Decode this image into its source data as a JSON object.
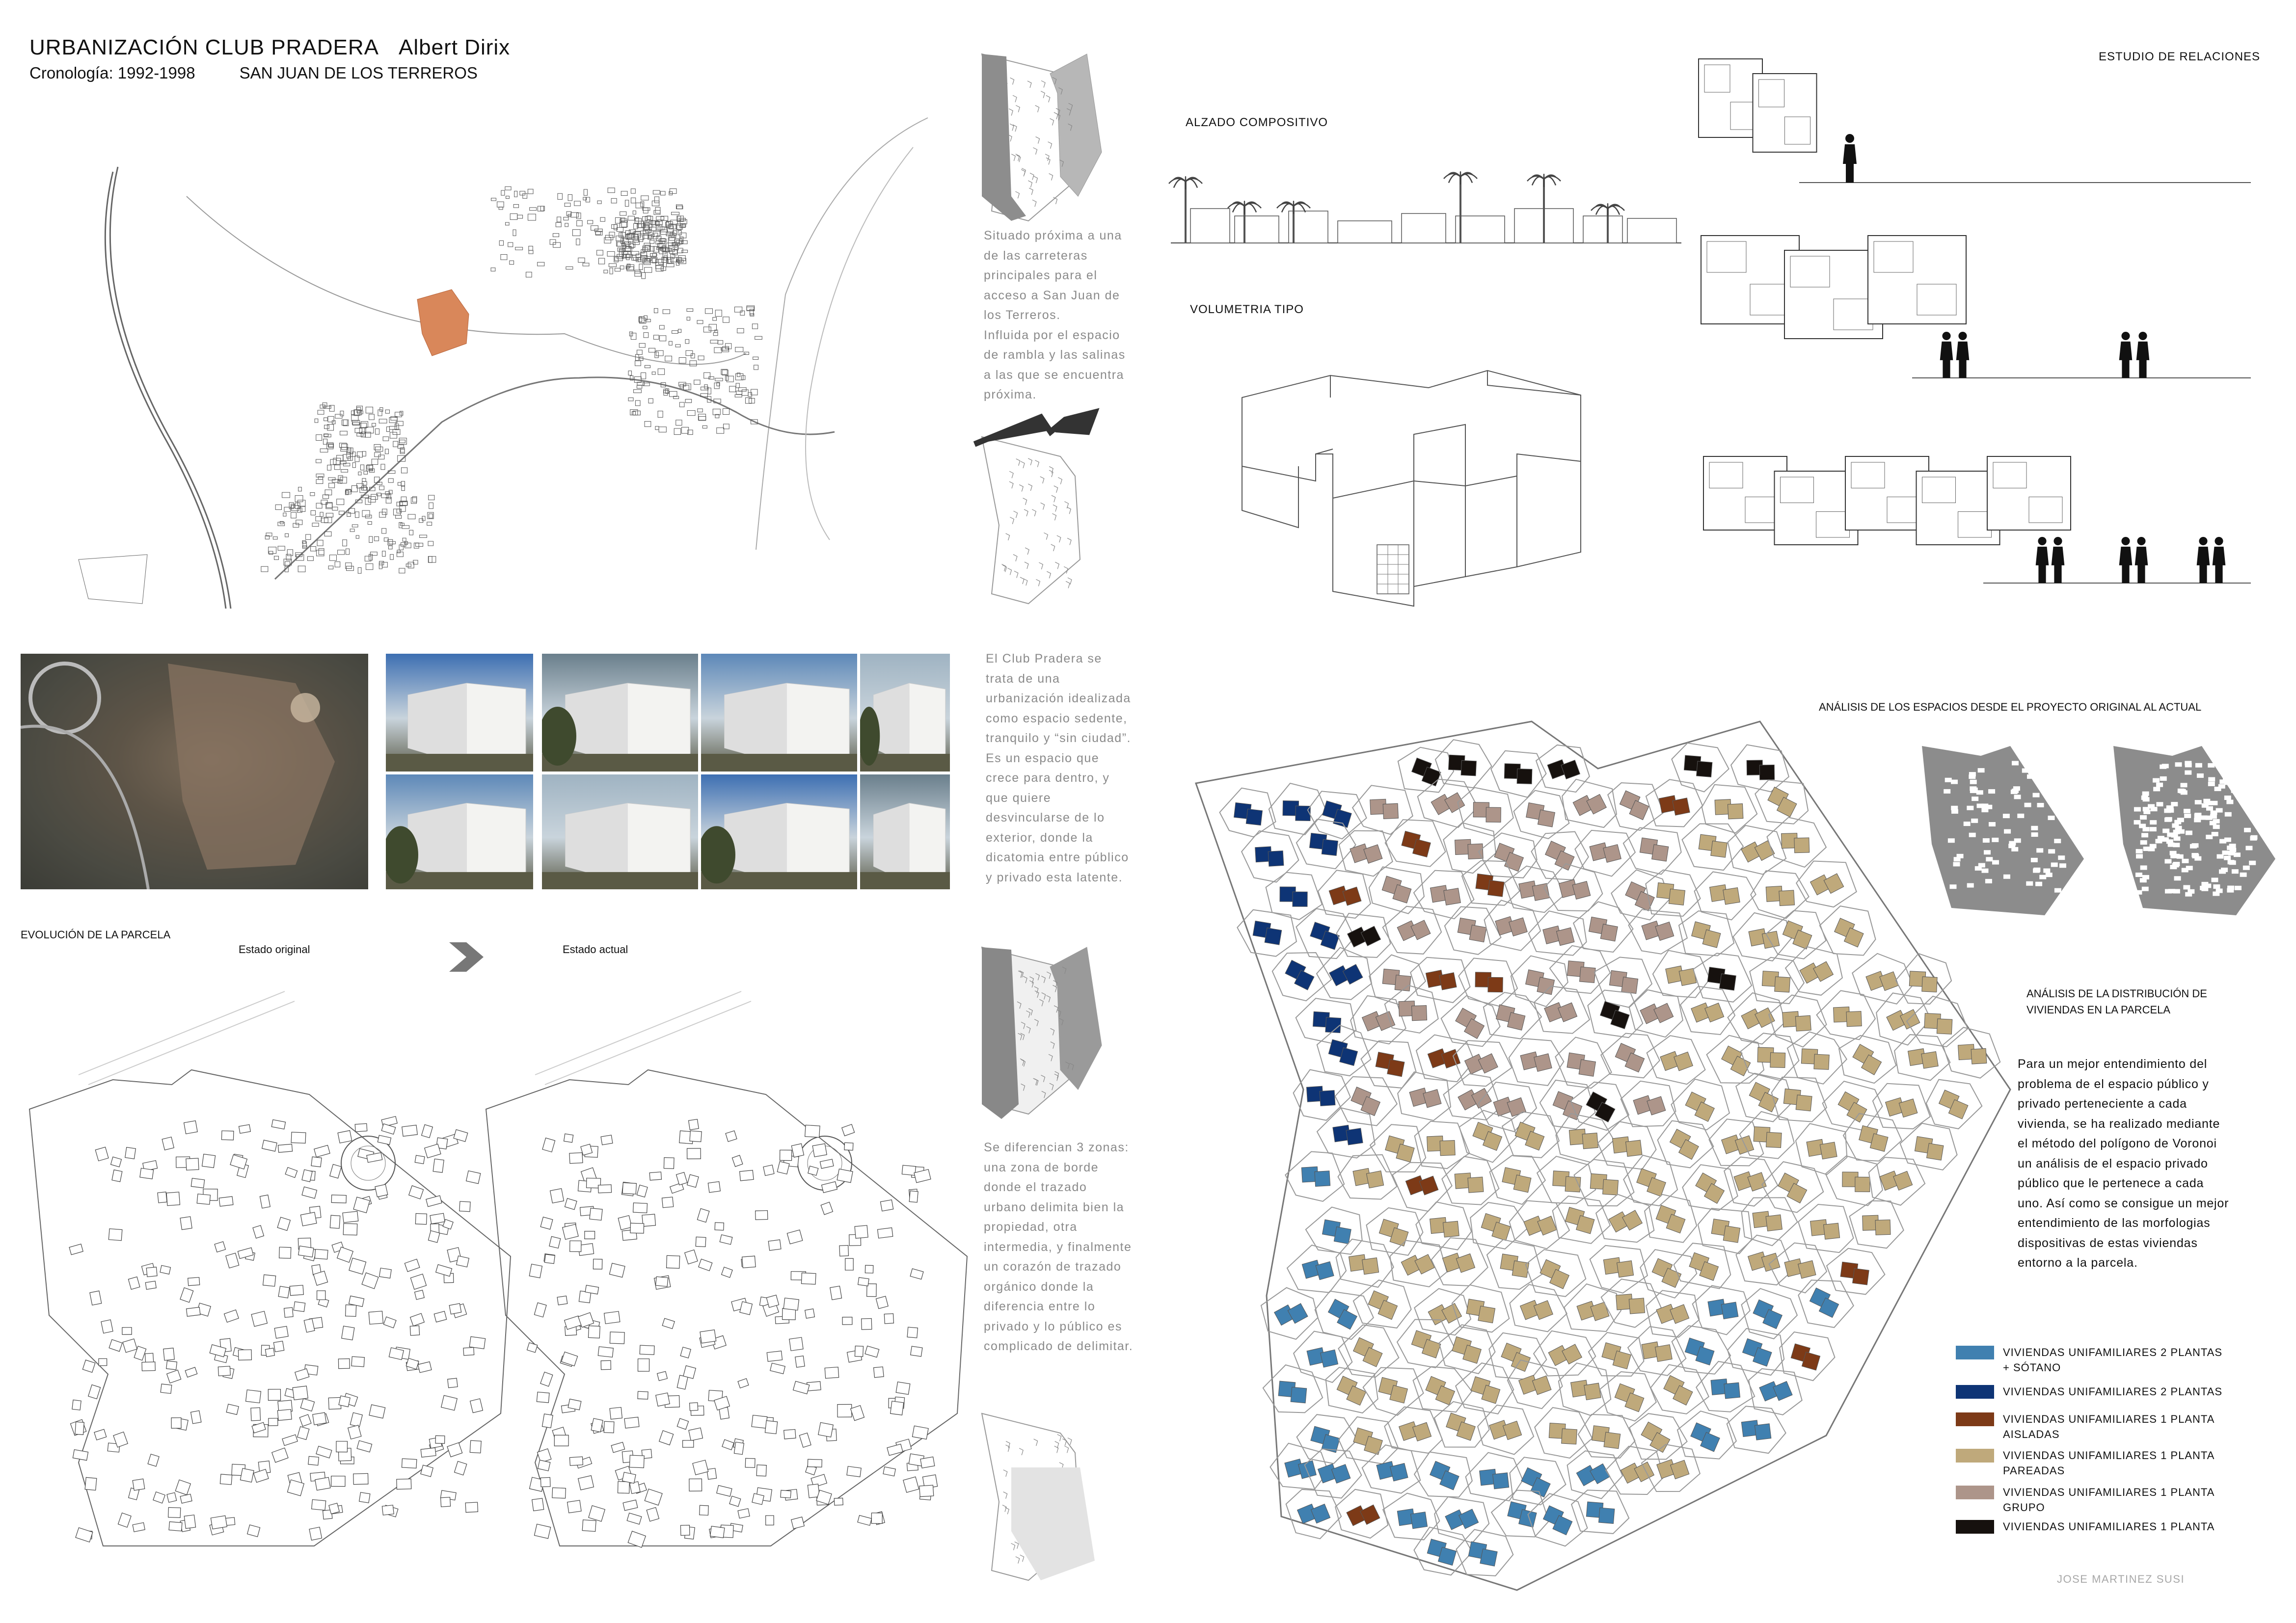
{
  "header": {
    "title": "URBANIZACIÓN CLUB PRADERA",
    "architect": "Albert Dirix",
    "chronology": "Cronología: 1992-1998",
    "location": "SAN JUAN DE LOS TERREROS"
  },
  "sections": {
    "evolution": "EVOLUCIÓN DE LA PARCELA",
    "original_state": "Estado original",
    "current_state": "Estado actual",
    "elevation": "ALZADO COMPOSITIVO",
    "volume": "VOLUMETRIA TIPO",
    "relations": "ESTUDIO DE RELACIONES",
    "spaces_analysis": "ANÁLISIS DE LOS ESPACIOS DESDE EL PROYECTO ORIGINAL AL ACTUAL",
    "distribution_analysis": [
      "ANÁLISIS DE LA DISTRIBUCIÓN DE",
      "VIVIENDAS EN LA PARCELA"
    ]
  },
  "texts": {
    "location": [
      "Situado próxima a una",
      "de las carreteras",
      "principales para el",
      "acceso a San Juan de",
      "los Terreros.",
      "Influida por el espacio",
      "de rambla y las salinas",
      "a las que se encuentra",
      "próxima."
    ],
    "concept": [
      "El Club Pradera se",
      "trata de una",
      "urbanización idealizada",
      "como espacio sedente,",
      "tranquilo y “sin ciudad”.",
      "Es un espacio que",
      "crece para dentro, y",
      "que quiere",
      "desvincularse de lo",
      "exterior, donde la",
      "dicatomia entre público",
      "y privado esta latente."
    ],
    "zones": [
      "Se diferencian 3 zonas:",
      "una zona de borde",
      "donde el trazado",
      "urbano delimita bien la",
      "propiedad, otra",
      "intermedia, y finalmente",
      "un corazón  de trazado",
      "orgánico donde la",
      "diferencia entre lo",
      "privado y lo público es",
      "complicado de delimitar."
    ],
    "voronoi": [
      "Para un mejor entendimiento del",
      "problema de el espacio público y",
      "privado perteneciente a cada",
      "vivienda, se ha realizado mediante",
      "el método del polígono de Voronoi",
      "un análisis de el espacio privado",
      "público que le pertenece a cada",
      "uno. Así como se consigue un mejor",
      "entendimiento de las morfologias",
      "dispositivas de estas viviendas",
      "entorno a la parcela."
    ]
  },
  "legend": [
    {
      "lines": [
        "VIVIENDAS UNIFAMILIARES 2 PLANTAS",
        "+ SÓTANO"
      ],
      "color": "#4080b0"
    },
    {
      "lines": [
        "VIVIENDAS UNIFAMILIARES 2 PLANTAS"
      ],
      "color": "#0e3475"
    },
    {
      "lines": [
        "VIVIENDAS UNIFAMILIARES 1 PLANTA",
        "AISLADAS"
      ],
      "color": "#7d3a17"
    },
    {
      "lines": [
        "VIVIENDAS UNIFAMILIARES 1 PLANTA",
        "PAREADAS"
      ],
      "color": "#bfa97b"
    },
    {
      "lines": [
        "VIVIENDAS UNIFAMILIARES 1 PLANTA",
        "GRUPO"
      ],
      "color": "#ad958a"
    },
    {
      "lines": [
        "VIVIENDAS UNIFAMILIARES 1 PLANTA"
      ],
      "color": "#16110e"
    }
  ],
  "credit": "JOSE MARTINEZ SUSI",
  "colors": {
    "site_highlight": "#d9875a",
    "line": "#777777",
    "grey_plan": "#8c8c8c"
  }
}
